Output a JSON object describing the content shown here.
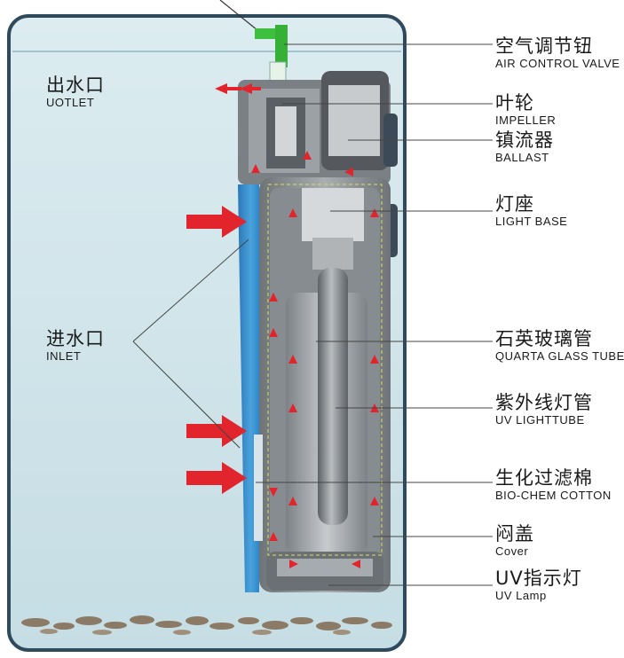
{
  "labels": {
    "outlet": {
      "cn": "出水口",
      "en": "UOTLET"
    },
    "inlet": {
      "cn": "进水口",
      "en": "INLET"
    },
    "air_valve": {
      "cn": "空气调节钮",
      "en": "AIR CONTROL VALVE"
    },
    "impeller": {
      "cn": "叶轮",
      "en": "IMPELLER"
    },
    "ballast": {
      "cn": "镇流器",
      "en": "BALLAST"
    },
    "light_base": {
      "cn": "灯座",
      "en": "LIGHT BASE"
    },
    "quartz_tube": {
      "cn": "石英玻璃管",
      "en": "QUARTA GLASS TUBE"
    },
    "uv_tube": {
      "cn": "紫外线灯管",
      "en": "UV LIGHTTUBE"
    },
    "bio_cotton": {
      "cn": "生化过滤棉",
      "en": "BIO-CHEM COTTON"
    },
    "cover": {
      "cn": "闷盖",
      "en": "Cover"
    },
    "uv_lamp": {
      "cn": "UV指示灯",
      "en": "UV Lamp"
    }
  },
  "colors": {
    "water": "#cfe4ea",
    "tank_border": "#2f4a5c",
    "arrow": "#e2242c",
    "blue_sponge": "#3a8fcf",
    "body_gray": "#8a8f94",
    "valve_green": "#3fbf3f"
  }
}
